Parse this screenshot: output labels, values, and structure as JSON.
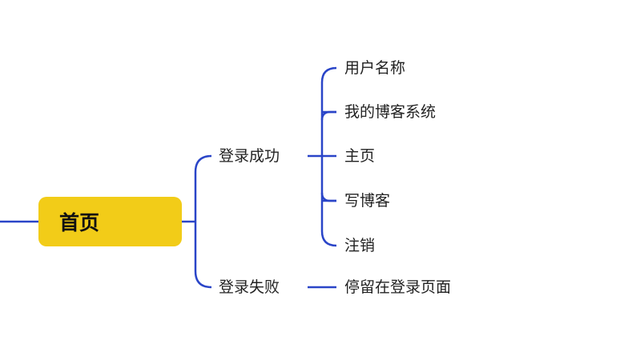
{
  "colors": {
    "connector": "#2a45c8",
    "root_fill": "#f2cc18",
    "text": "#222222"
  },
  "root": {
    "label": "首页"
  },
  "branches": [
    {
      "label": "登录成功",
      "children": [
        "用户名称",
        "我的博客系统",
        "主页",
        "写博客",
        "注销"
      ]
    },
    {
      "label": "登录失败",
      "children": [
        "停留在登录页面"
      ]
    }
  ]
}
